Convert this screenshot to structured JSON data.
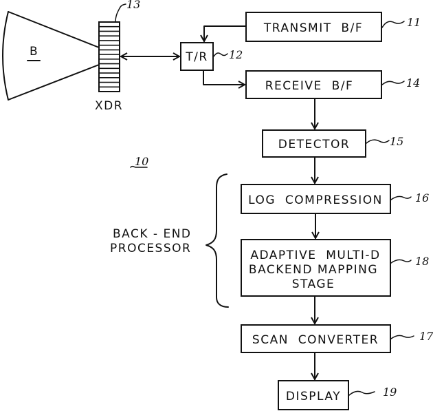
{
  "diagram": {
    "system_ref": "10",
    "beam": {
      "label": "B"
    },
    "transducer": {
      "label": "XDR",
      "ref": "13"
    },
    "tr_switch": {
      "label": "T/R",
      "ref": "12"
    },
    "blocks": {
      "transmit": {
        "label": "TRANSMIT  B/F",
        "ref": "11"
      },
      "receive": {
        "label": "RECEIVE  B/F",
        "ref": "14"
      },
      "detector": {
        "label": "DETECTOR",
        "ref": "15"
      },
      "log_compression": {
        "label": "LOG  COMPRESSION",
        "ref": "16"
      },
      "adaptive": {
        "lines": [
          "ADAPTIVE  MULTI-D",
          "BACKEND MAPPING",
          "STAGE"
        ],
        "ref": "18"
      },
      "scan_converter": {
        "label": "SCAN  CONVERTER",
        "ref": "17"
      },
      "display": {
        "label": "DISPLAY",
        "ref": "19"
      }
    },
    "group": {
      "lines": [
        "BACK - END",
        "PROCESSOR"
      ]
    }
  }
}
